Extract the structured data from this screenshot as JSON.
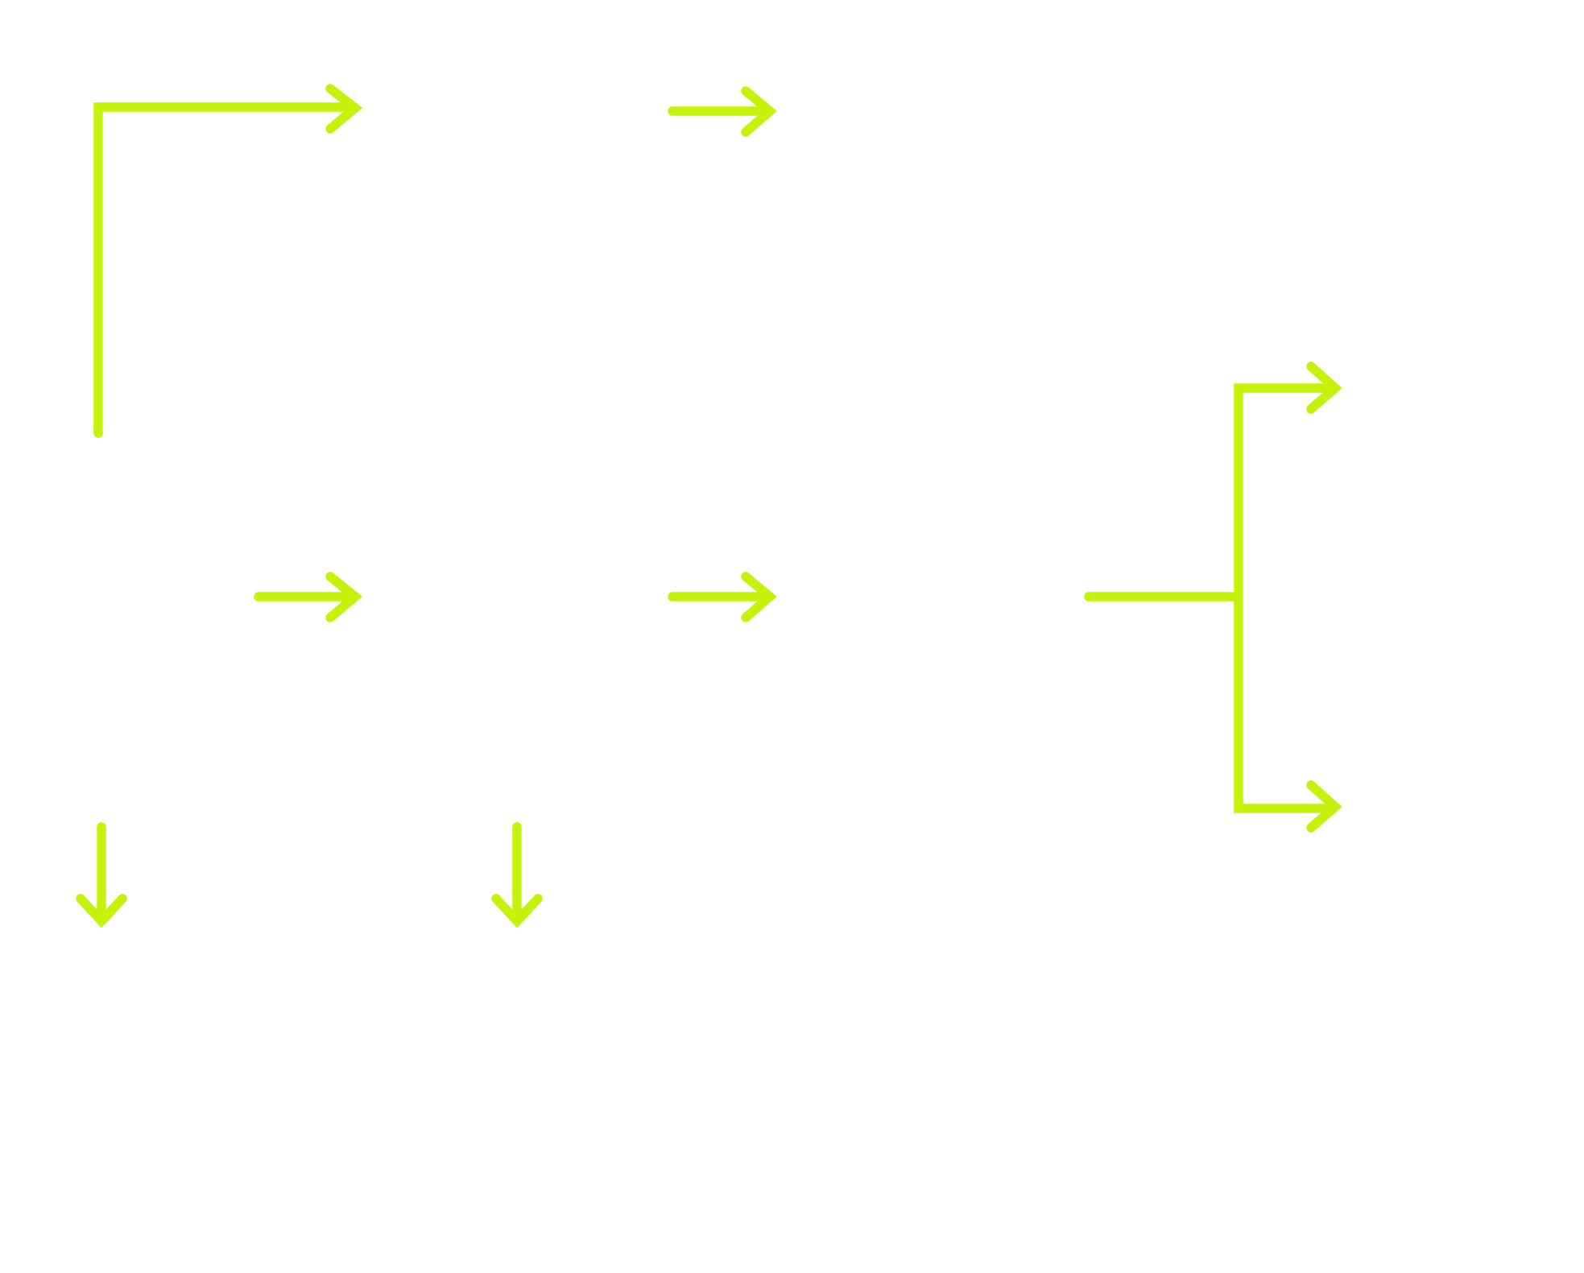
{
  "diagram": {
    "connector_color": "#c5f20a",
    "background_color": "#ffffff",
    "connectors": [
      {
        "id": "elbow-up-right",
        "shape": "elbow",
        "arrow_directions": [
          "right"
        ]
      },
      {
        "id": "top-middle-right",
        "shape": "straight",
        "arrow_directions": [
          "right"
        ]
      },
      {
        "id": "middle-left-right",
        "shape": "straight",
        "arrow_directions": [
          "right"
        ]
      },
      {
        "id": "middle-center-right",
        "shape": "straight",
        "arrow_directions": [
          "right"
        ]
      },
      {
        "id": "branch-fork",
        "shape": "fork",
        "arrow_directions": [
          "right",
          "right"
        ]
      },
      {
        "id": "bottom-left-down",
        "shape": "straight",
        "arrow_directions": [
          "down"
        ]
      },
      {
        "id": "bottom-center-down",
        "shape": "straight",
        "arrow_directions": [
          "down"
        ]
      }
    ]
  }
}
